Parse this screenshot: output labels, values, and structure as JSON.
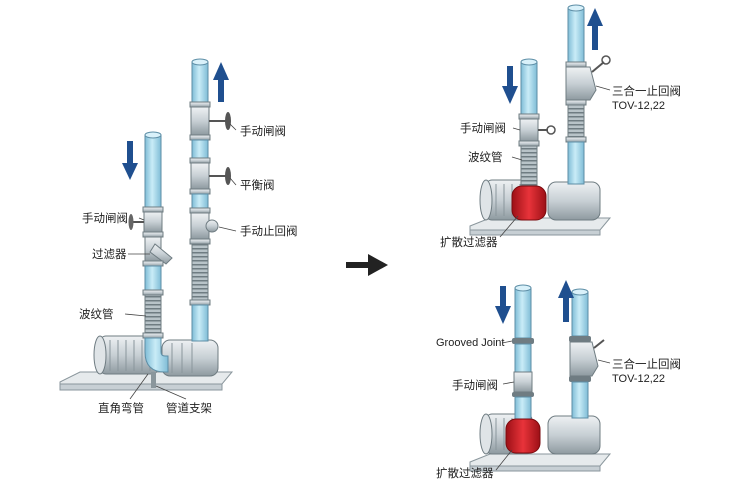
{
  "colors": {
    "pipe": "#a9d8ea",
    "pipe_edge": "#5d8ea6",
    "arrow": "#1f4f8f",
    "filter_red": "#d8232a",
    "metal": "#cfd6da",
    "metal_dark": "#8a969c"
  },
  "left": {
    "gate_valve_top": "手动闸阀",
    "balance_valve": "平衡阀",
    "check_valve": "手动止回阀",
    "gate_valve_suction": "手动闸阀",
    "strainer": "过滤器",
    "bellows": "波纹管",
    "elbow": "直角弯管",
    "pipe_support": "管道支架"
  },
  "right_top": {
    "triple_duty_valve": "三合一止回阀",
    "valve_model": "TOV-12,22",
    "gate_valve": "手动闸阀",
    "bellows": "波纹管",
    "suction_diffuser": "扩散过滤器"
  },
  "right_bottom": {
    "grooved_joint": "Grooved Joint",
    "triple_duty_valve": "三合一止回阀",
    "valve_model": "TOV-12,22",
    "gate_valve": "手动闸阀",
    "suction_diffuser": "扩散过滤器"
  },
  "transition": {
    "arrow_icon": "right-arrow-icon"
  }
}
